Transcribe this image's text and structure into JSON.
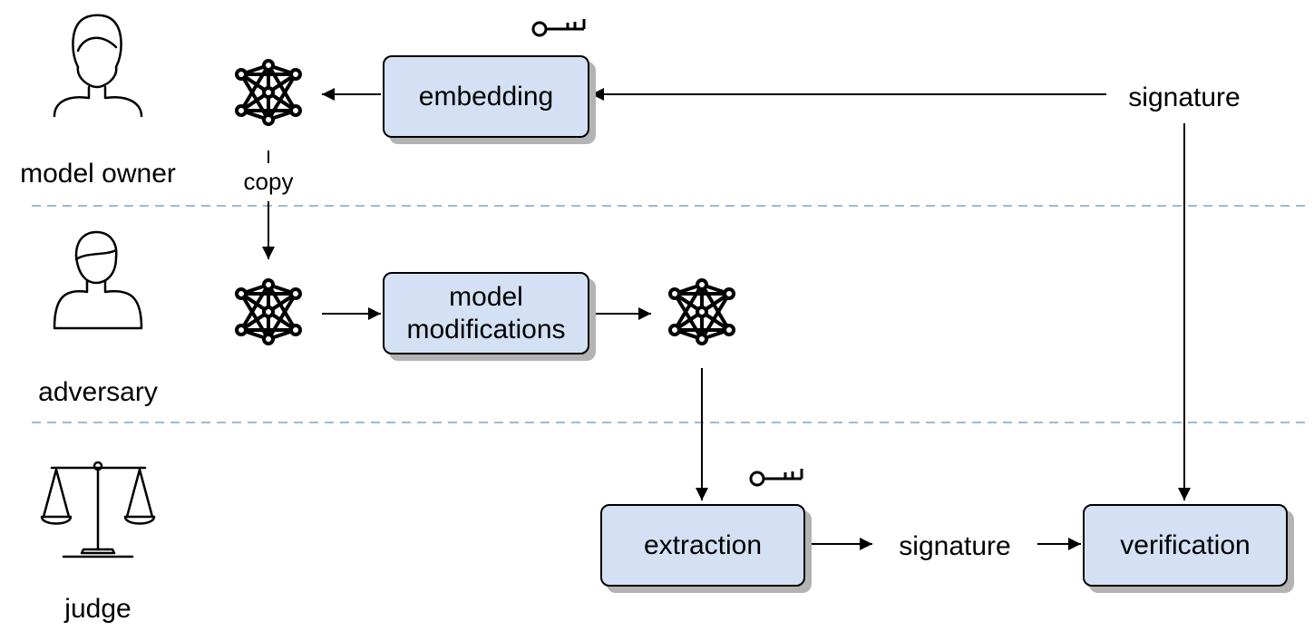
{
  "roles": {
    "owner": "model owner",
    "adversary": "adversary",
    "judge": "judge"
  },
  "processes": {
    "embedding": "embedding",
    "modifications_line1": "model",
    "modifications_line2": "modifications",
    "extraction": "extraction",
    "verification": "verification"
  },
  "labels": {
    "copy": "copy",
    "signature_top": "signature",
    "signature_bottom": "signature"
  },
  "colors": {
    "box_fill": "#d4e1f4",
    "box_shadow": "#b3b3b3",
    "separator": "#9dbbd4"
  },
  "icons": [
    "person-female-icon",
    "person-male-icon",
    "scales-icon",
    "neural-network-icon",
    "key-icon"
  ]
}
